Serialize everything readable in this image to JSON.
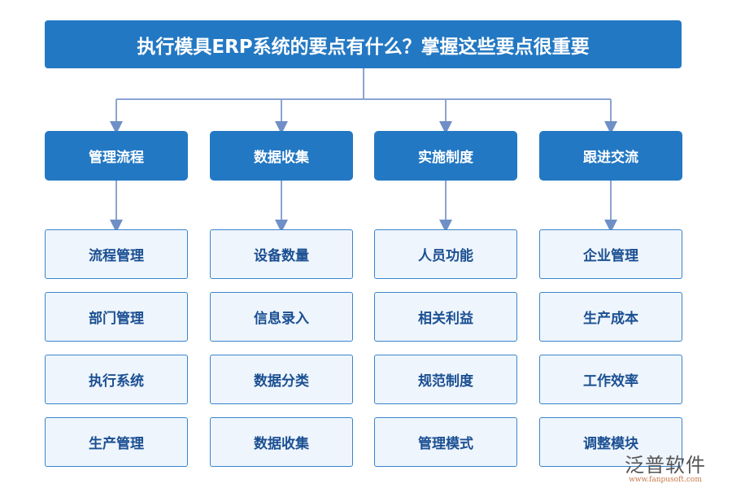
{
  "title": "执行模具ERP系统的要点有什么？掌握这些要点很重要",
  "columns": [
    {
      "label": "管理流程",
      "items": [
        "流程管理",
        "部门管理",
        "执行系统",
        "生产管理"
      ]
    },
    {
      "label": "数据收集",
      "items": [
        "设备数量",
        "信息录入",
        "数据分类",
        "数据收集"
      ]
    },
    {
      "label": "实施制度",
      "items": [
        "人员功能",
        "相关利益",
        "规范制度",
        "管理模式"
      ]
    },
    {
      "label": "跟进交流",
      "items": [
        "企业管理",
        "生产成本",
        "工作效率",
        "调整模块"
      ]
    }
  ],
  "logo": {
    "name": "泛普软件",
    "url": "www.fanpusoft.com"
  },
  "colors": {
    "header": "#2378c3",
    "child_bg": "#eef5fc",
    "line": "#7a9ccf"
  }
}
